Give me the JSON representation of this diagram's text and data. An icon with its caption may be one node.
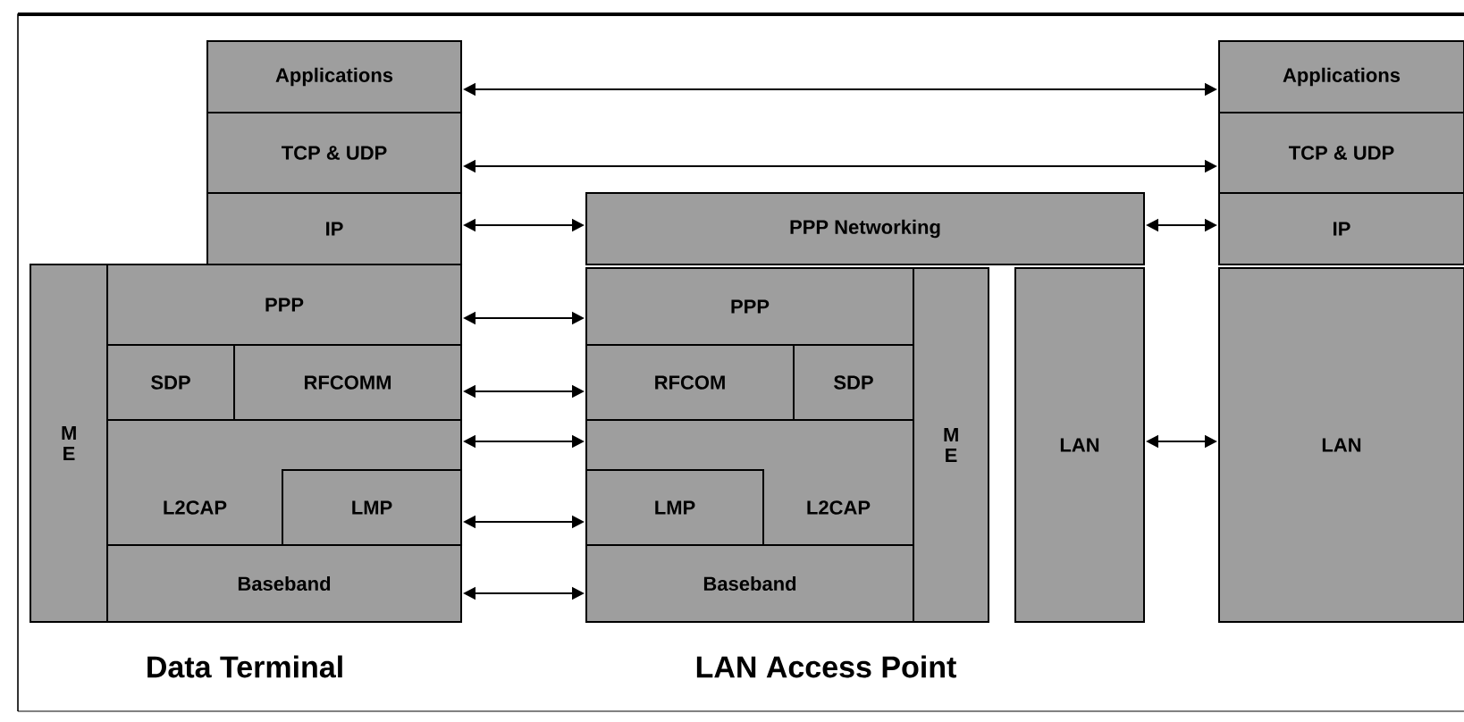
{
  "diagram": {
    "nodes": [
      {
        "text": [
          "Applications"
        ]
      },
      {
        "text": [
          "TCP & UDP"
        ]
      },
      {
        "text": [
          "IP"
        ]
      },
      {
        "text": [
          "M E"
        ]
      },
      {
        "text": [
          "PPP"
        ]
      },
      {
        "text": [
          "SDP"
        ]
      },
      {
        "text": [
          "RFCOMM"
        ]
      },
      {
        "text": [
          "L2CAP"
        ]
      },
      {
        "text": [
          "LMP"
        ],
        "in": 7
      },
      {
        "text": [
          "Baseband"
        ]
      },
      {
        "text": [
          "PPP Networking"
        ]
      },
      {
        "text": [
          "PPP"
        ]
      },
      {
        "text": [
          "RFCOM"
        ]
      },
      {
        "text": [
          "SDP"
        ]
      },
      {
        "text": [
          "L2CAP"
        ]
      },
      {
        "text": [
          "LMP"
        ],
        "in": 14
      },
      {
        "text": [
          "Baseband"
        ]
      },
      {
        "text": [
          "M E"
        ]
      },
      {
        "text": [
          "LAN"
        ]
      },
      {
        "text": [
          "Applications"
        ]
      },
      {
        "text": [
          "TCP & UDP"
        ]
      },
      {
        "text": [
          "IP"
        ]
      },
      {
        "text": [
          "LAN"
        ]
      }
    ],
    "edges": [
      {
        "from": 0,
        "to": 19,
        "arrow": "both"
      },
      {
        "from": 1,
        "to": 20,
        "arrow": "both"
      },
      {
        "from": 2,
        "to": 10,
        "arrow": "both"
      },
      {
        "from": 10,
        "to": 21,
        "arrow": "both"
      },
      {
        "from": 4,
        "to": 11,
        "arrow": "both"
      },
      {
        "from": 6,
        "to": 12,
        "arrow": "both"
      },
      {
        "from": 7,
        "to": 14,
        "arrow": "both"
      },
      {
        "from": 18,
        "to": 22,
        "arrow": "both"
      },
      {
        "from": 8,
        "to": 15,
        "arrow": "both"
      },
      {
        "from": 9,
        "to": 16,
        "arrow": "both"
      }
    ],
    "labels": [
      "Data Terminal",
      "LAN Access Point"
    ]
  }
}
